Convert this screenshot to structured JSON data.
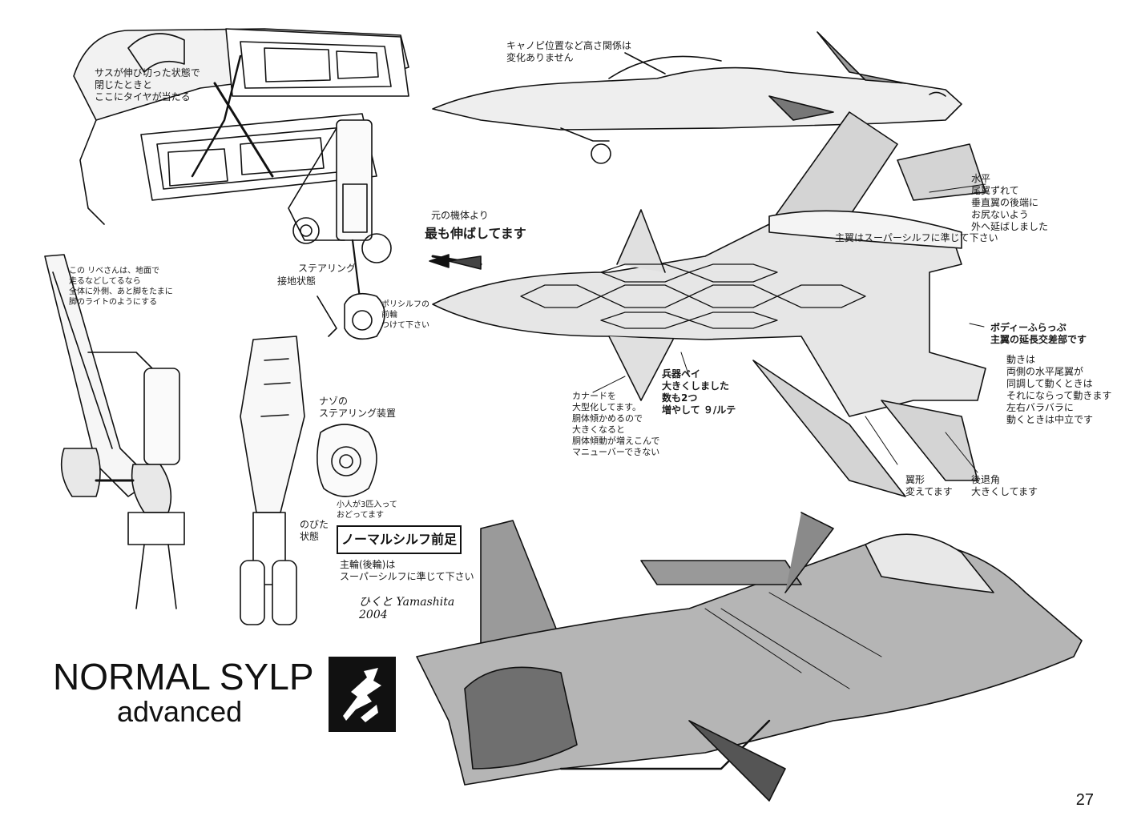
{
  "title": {
    "main": "NORMAL SYLP",
    "sub": "advanced"
  },
  "page_number": "27",
  "notes": {
    "top_left_note": "サスが伸び切った状態で\n閉じたときと\nここにタイヤが当たる",
    "left_middle_note": "この リベさんは、地面で\n走るなどしてるなら\n全体に外側、あと脚をたまに\n脚のライトのようにする",
    "ground_contact": "接地状態",
    "steering": "ステアリング",
    "front_wheel_note": "ポリシルフの\n前輪\nつけて下さい",
    "mystery_steering": "ナゾの\nステアリング装置",
    "small_parts_note": "小人が3匹入って\nおどってます",
    "extended_state": "のびた\n状態",
    "boxed_label": "ノーマルシルフ前足",
    "main_wheel_note": "主輪(後輪)は\nスーパーシルフに準じて下さい",
    "signature": "ひくと Yamashita\n2004",
    "canopy_note": "キャノピ位置など高さ関係は\n変化ありません",
    "original_note": "元の機体より",
    "extension_note": "最も伸ばしてます",
    "tail_note": "水平\n尾翼ずれて\n垂直翼の後端に\nお尻ないよう\n外へ延ばしました",
    "main_wing_note": "主翼はスーパーシルフに準じて下さい",
    "pivot_note": "ボディーふらっぷ\n主翼の延長交差部です",
    "movement_note": "動きは\n両側の水平尾翼が\n同調して動くときは\nそれにならって動きます\n左右バラバラに\n動くときは中立です",
    "weapons_bay": "兵器ベイ\n大きくしました\n数も2つ\n増やして ９/ルテ",
    "canard_note": "カナードを\n大型化してます。\n胴体傾かめるので\n大きくなると\n胴体傾動が増えこんで\nマニューバーできない",
    "wing_shape": "翼形\n変えてます",
    "sweep_angle": "後退角\n大きくしてます"
  },
  "colors": {
    "ink": "#111111",
    "tone": "#8a8a8a",
    "light_tone": "#c8c8c8"
  }
}
